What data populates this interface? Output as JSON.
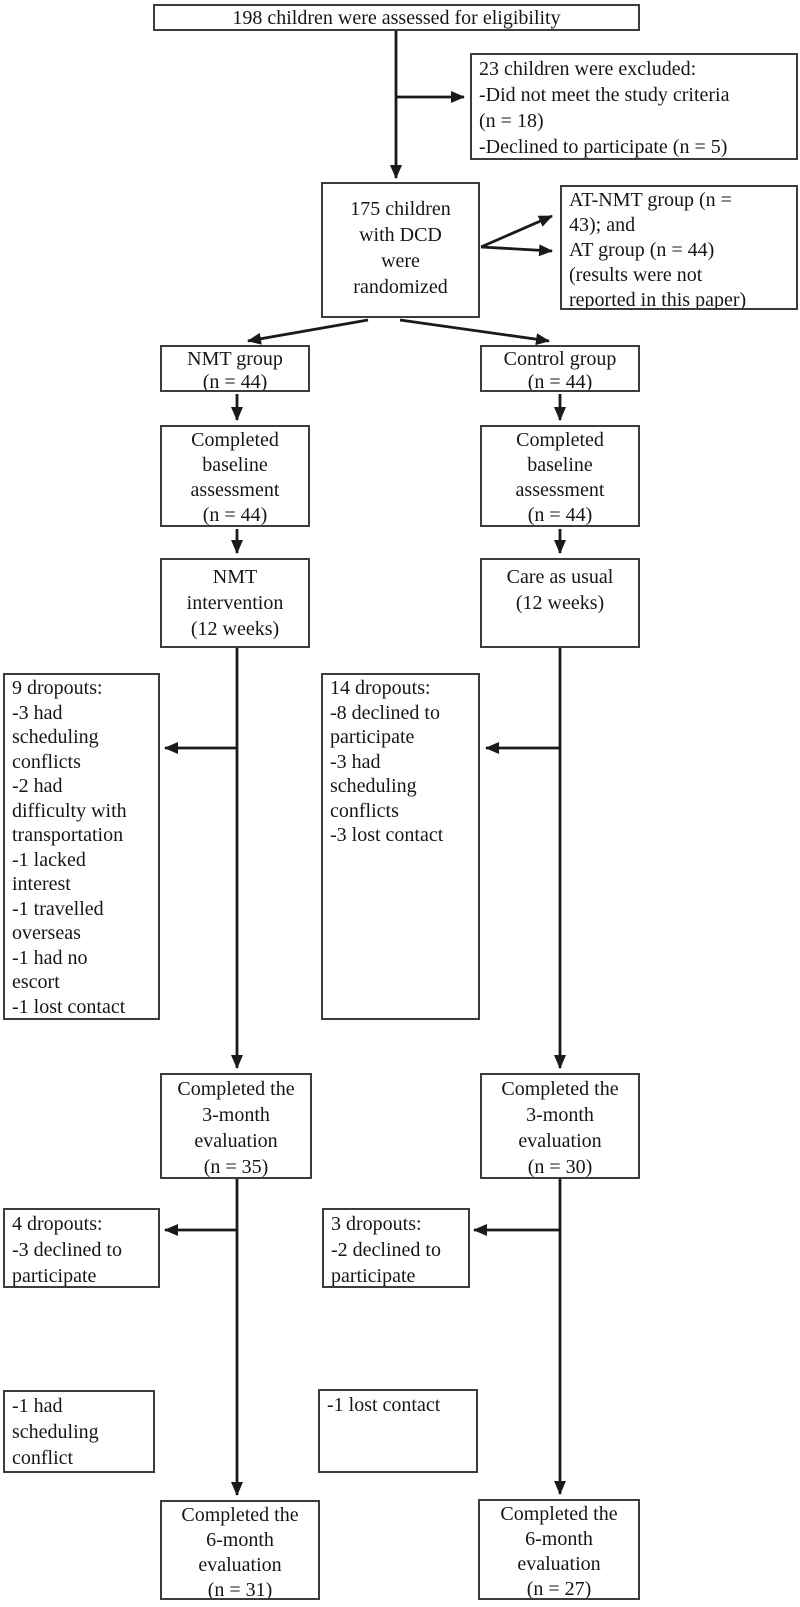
{
  "diagram": {
    "type": "flowchart",
    "description": "Participant flow diagram of a randomized trial in children with DCD",
    "colors": {
      "background": "#ffffff",
      "box_border": "#3c3c3c",
      "text": "#161616",
      "line": "#1a1a1a"
    }
  },
  "boxes": {
    "eligibility": "198 children were assessed for eligibility",
    "excluded": "23 children were excluded:\n-Did not meet the study criteria\n(n = 18)\n-Declined to participate (n = 5)",
    "randomized": "175 children\nwith DCD\nwere\nrandomized",
    "other_groups": "AT-NMT group (n =\n43); and\nAT group (n = 44)\n(results were not\nreported in this paper)",
    "nmt_group": "NMT group\n(n = 44)",
    "control_group": "Control group\n(n = 44)",
    "nmt_baseline": "Completed\nbaseline\nassessment\n(n = 44)",
    "control_baseline": "Completed\nbaseline\nassessment\n(n = 44)",
    "nmt_intervention": "NMT\nintervention\n(12 weeks)",
    "control_intervention": "Care as usual\n(12 weeks)",
    "nmt_dropouts_3m": "9 dropouts:\n-3 had\nscheduling\nconflicts\n-2 had\ndifficulty with\ntransportation\n-1 lacked\ninterest\n-1 travelled\noverseas\n-1 had no\nescort\n-1 lost contact",
    "control_dropouts_3m": "14 dropouts:\n-8 declined to\nparticipate\n-3 had\nscheduling\nconflicts\n-3 lost contact",
    "nmt_eval_3m": "Completed the\n3-month\nevaluation\n(n = 35)",
    "control_eval_3m": "Completed the\n3-month\nevaluation\n(n = 30)",
    "nmt_dropouts_6m": "4 dropouts:\n-3 declined to\nparticipate",
    "control_dropouts_6m": "3 dropouts:\n-2 declined to\nparticipate",
    "nmt_late_dropout": "-1 had\nscheduling\nconflict",
    "control_late_dropout": "-1 lost contact",
    "nmt_eval_6m": "Completed the\n6-month\nevaluation\n(n = 31)",
    "control_eval_6m": "Completed the\n6-month\nevaluation\n(n = 27)"
  }
}
